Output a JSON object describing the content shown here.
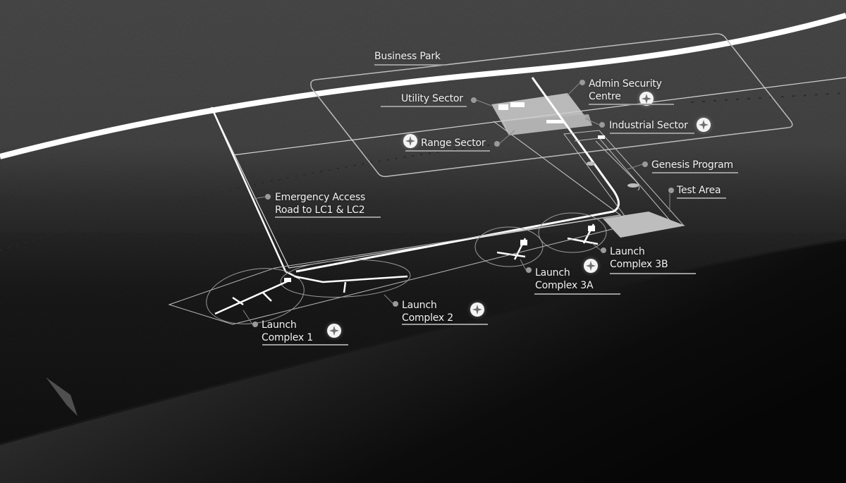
{
  "map": {
    "colors": {
      "label_text": "#f2f2f2",
      "underline": "#9a9a9a",
      "road": "#ffffff",
      "outline": "#cfcfcf",
      "terrain_light": "#4d4d4d",
      "terrain_dark": "#151515"
    },
    "labels": [
      {
        "id": "business-park",
        "lines": [
          "Business Park"
        ],
        "icon": null
      },
      {
        "id": "utility-sector",
        "lines": [
          "Utility Sector"
        ],
        "icon": null
      },
      {
        "id": "admin-security-centre",
        "lines": [
          "Admin Security",
          "Centre"
        ],
        "icon": "compass-star-icon"
      },
      {
        "id": "industrial-sector",
        "lines": [
          "Industrial Sector"
        ],
        "icon": "compass-star-icon"
      },
      {
        "id": "range-sector",
        "lines": [
          "Range Sector"
        ],
        "icon": "compass-star-icon"
      },
      {
        "id": "genesis-program",
        "lines": [
          "Genesis Program"
        ],
        "icon": null
      },
      {
        "id": "test-area",
        "lines": [
          "Test Area"
        ],
        "icon": null
      },
      {
        "id": "emergency-access-road",
        "lines": [
          "Emergency Access",
          "Road to LC1 & LC2"
        ],
        "icon": null
      },
      {
        "id": "launch-complex-3b",
        "lines": [
          "Launch",
          "Complex 3B"
        ],
        "icon": null
      },
      {
        "id": "launch-complex-3a",
        "lines": [
          "Launch",
          "Complex 3A"
        ],
        "icon": "compass-star-icon"
      },
      {
        "id": "launch-complex-2",
        "lines": [
          "Launch",
          "Complex 2"
        ],
        "icon": "compass-star-icon"
      },
      {
        "id": "launch-complex-1",
        "lines": [
          "Launch",
          "Complex 1"
        ],
        "icon": "compass-star-icon"
      }
    ]
  }
}
